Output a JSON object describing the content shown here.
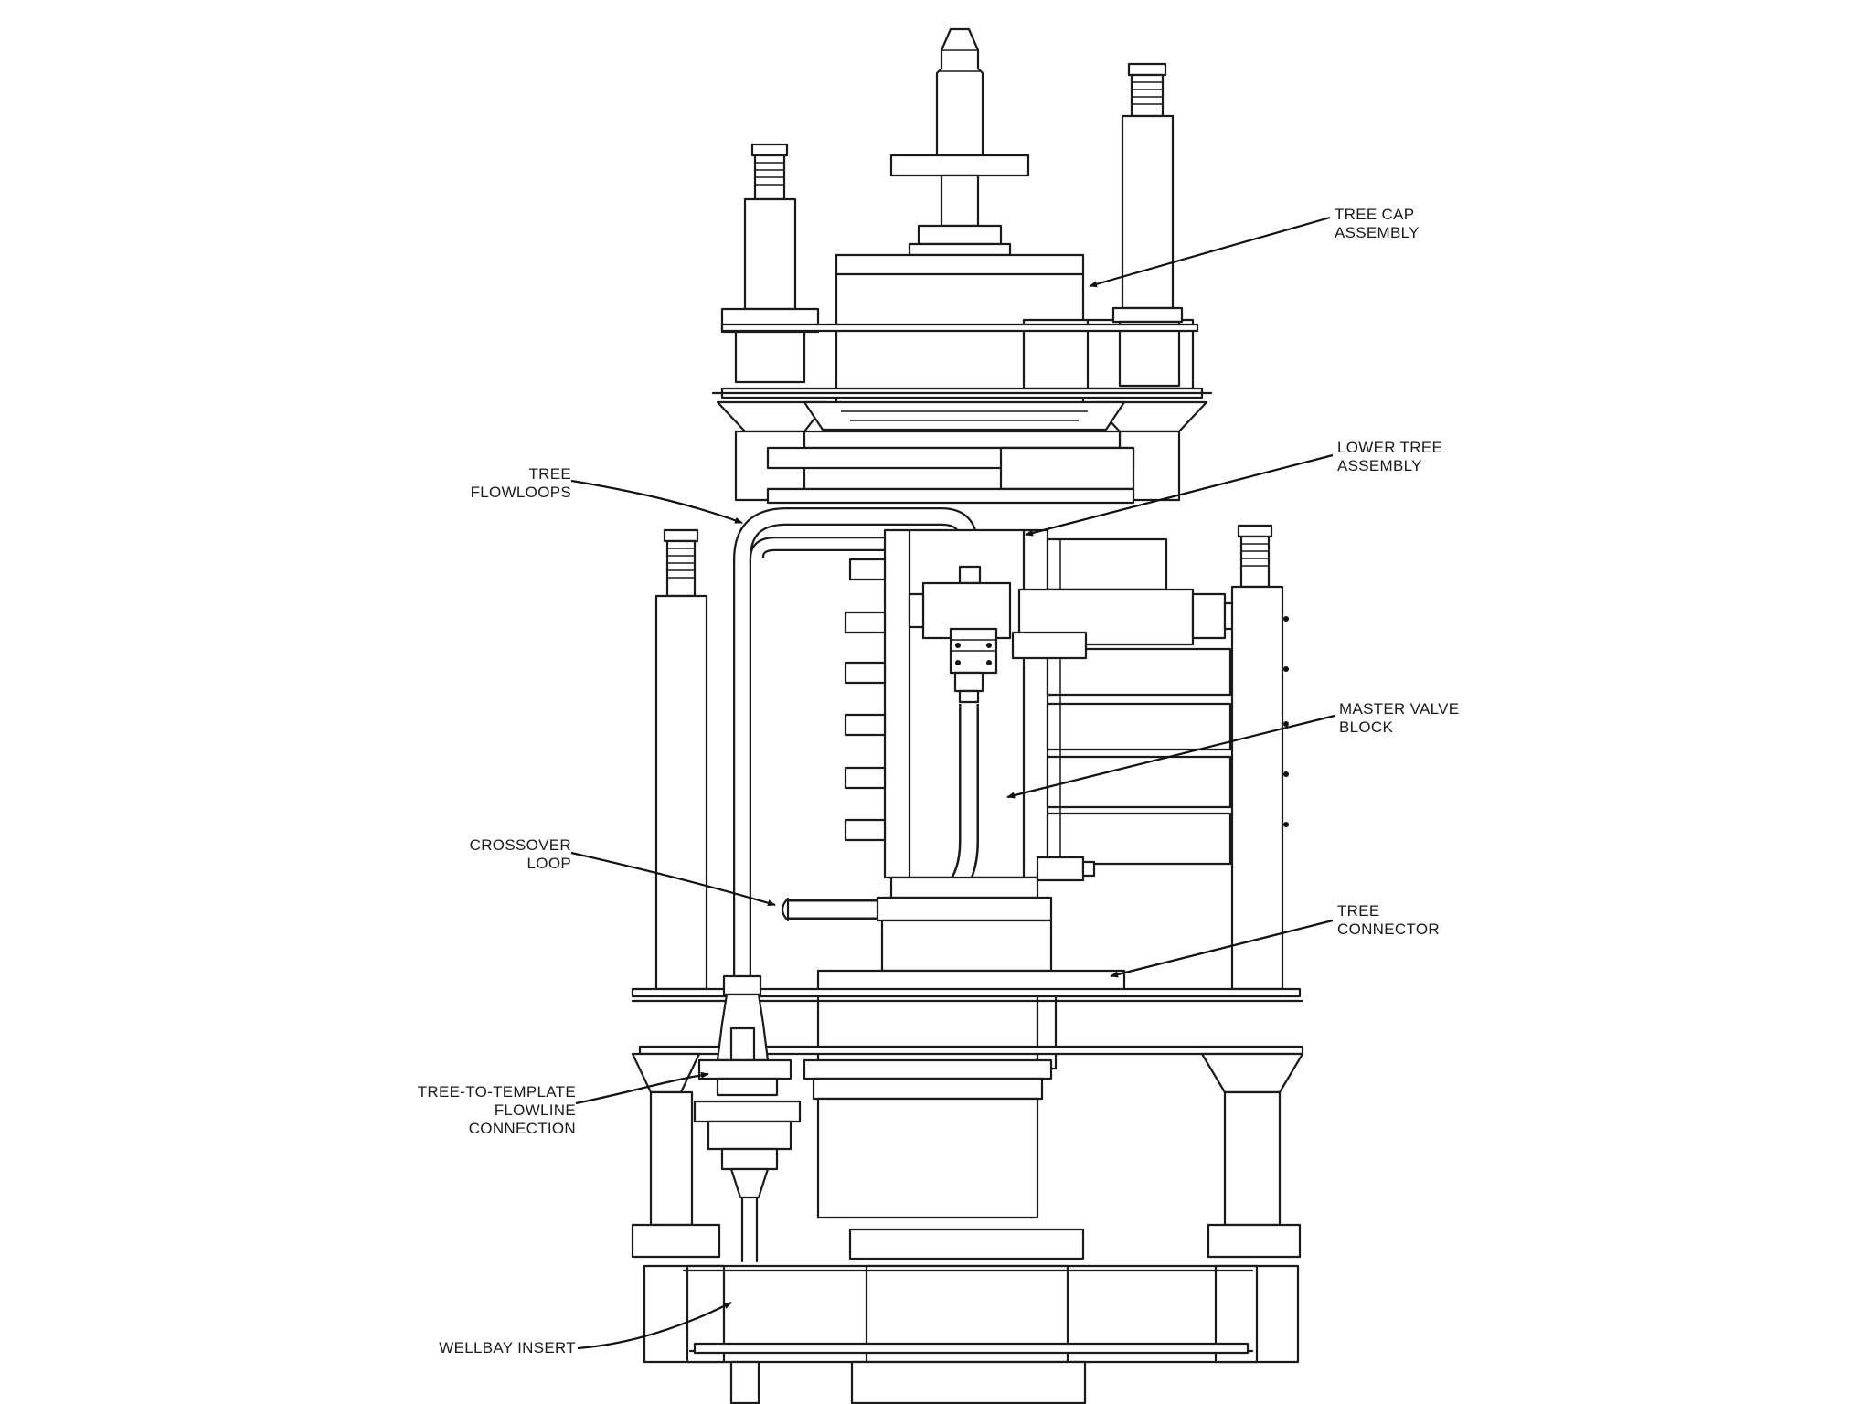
{
  "labels": {
    "tree_cap": [
      "TREE CAP",
      "ASSEMBLY"
    ],
    "lower_tree": [
      "LOWER TREE",
      "ASSEMBLY"
    ],
    "tree_flowloops": [
      "TREE",
      "FLOWLOOPS"
    ],
    "master_valve": [
      "MASTER VALVE",
      "BLOCK"
    ],
    "crossover": [
      "CROSSOVER",
      "LOOP"
    ],
    "tree_connector": [
      "TREE",
      "CONNECTOR"
    ],
    "flowline": [
      "TREE-TO-TEMPLATE",
      "FLOWLINE",
      "CONNECTION"
    ],
    "wellbay": [
      "WELLBAY INSERT"
    ]
  },
  "colors": {
    "line": "#1a1a1a",
    "background": "#ffffff"
  }
}
